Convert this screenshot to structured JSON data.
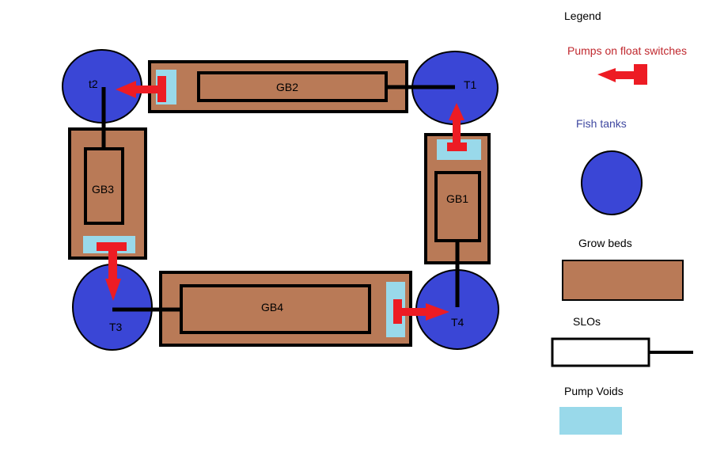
{
  "colors": {
    "tank": "#3a46d6",
    "bed": "#b97a57",
    "void": "#99d9ea",
    "pump": "#ed1c24",
    "outline": "#000000",
    "slo_fill": "#ffffff",
    "legend_pump_text": "#c0282e",
    "legend_tank_text": "#3f48a0"
  },
  "tanks": [
    {
      "id": "t2",
      "label": "t2"
    },
    {
      "id": "t1",
      "label": "T1"
    },
    {
      "id": "t3",
      "label": "T3"
    },
    {
      "id": "t4",
      "label": "T4"
    }
  ],
  "beds": [
    {
      "id": "gb2",
      "label": "GB2"
    },
    {
      "id": "gb3",
      "label": "GB3"
    },
    {
      "id": "gb1",
      "label": "GB1"
    },
    {
      "id": "gb4",
      "label": "GB4"
    }
  ],
  "legend": {
    "title": "Legend",
    "pumps": "Pumps on float switches",
    "tanks": "Fish tanks",
    "beds": "Grow beds",
    "slos": "SLOs",
    "voids": "Pump Voids"
  }
}
